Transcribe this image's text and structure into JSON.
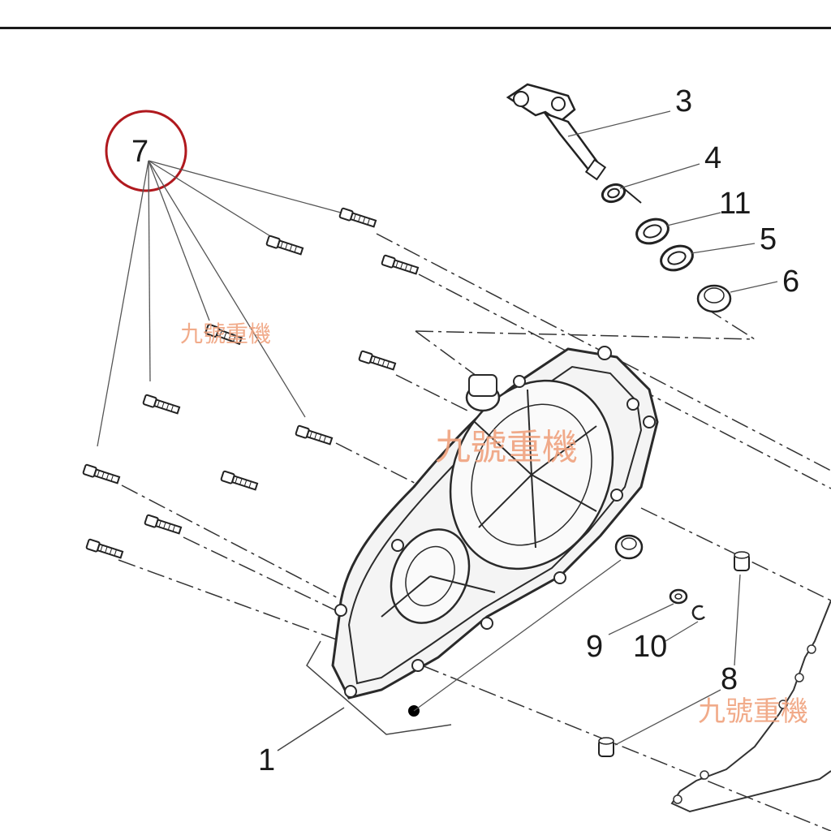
{
  "callouts": {
    "p1": "1",
    "p3": "3",
    "p4": "4",
    "p5": "5",
    "p6": "6",
    "p7": "7",
    "p8": "8",
    "p9": "9",
    "p10": "10",
    "p11": "11"
  },
  "watermark": {
    "text": "九號重機"
  },
  "colors": {
    "line": "#1a1a1a",
    "highlight_circle": "#b0191e",
    "watermark": "#f0a27e"
  }
}
